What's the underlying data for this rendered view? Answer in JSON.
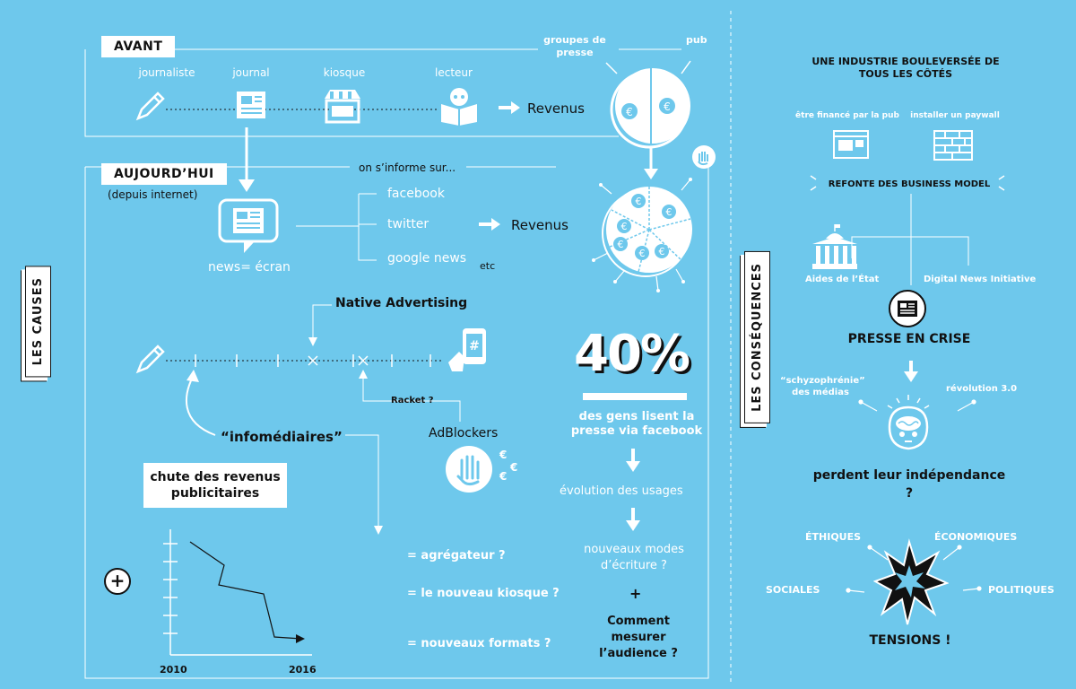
{
  "causes": {
    "side_label": "LES CAUSES",
    "avant": {
      "label": "AVANT",
      "chain": [
        "journaliste",
        "journal",
        "kiosque",
        "lecteur"
      ],
      "revenus": "Revenus",
      "pie_labels": {
        "groupes": "groupes de presse",
        "pub": "pub"
      },
      "euro": "€"
    },
    "aujourdhui": {
      "label": "AUJOURD’HUI",
      "sub": "(depuis internet)",
      "informe": "on s’informe sur...",
      "platforms": [
        "facebook",
        "twitter",
        "google news"
      ],
      "etc": "etc",
      "screen": "news= écran",
      "revenus": "Revenus"
    },
    "native_advertising": "Native Advertising",
    "racket": "Racket ?",
    "adblockers": "AdBlockers",
    "infomediaires": "“infomédiaires”",
    "chute": "chute des revenus publicitaires",
    "years": [
      "2010",
      "2016"
    ],
    "stat": {
      "value": "40%",
      "desc": "des gens lisent la presse via facebook"
    },
    "evolution": "évolution des usages",
    "modes": "nouveaux modes d’écriture ?",
    "plus": "+",
    "mesurer": "Comment mesurer l’audience ?",
    "questions": [
      "= agrégateur ?",
      "= le nouveau kiosque ?",
      "= nouveaux formats ?"
    ]
  },
  "consequences": {
    "side_label": "LES CONSÉQUENCES",
    "title": "UNE INDUSTRIE BOULEVERSÉE DE TOUS LES CÔTÉS",
    "option_pub": "être financé par la pub",
    "option_paywall": "installer un paywall",
    "refonte": "REFONTE DES BUSINESS MODEL",
    "aides": "Aides de l’État",
    "dni": "Digital News Initiative",
    "crise": "PRESSE EN CRISE",
    "schizo": "“schyzophrénie” des médias",
    "revolution": "révolution 3.0",
    "independance": "perdent leur indépendance",
    "question_mark": "?",
    "tensions_types": [
      "ÉTHIQUES",
      "ÉCONOMIQUES",
      "SOCIALES",
      "POLITIQUES"
    ],
    "tensions": "TENSIONS !"
  },
  "colors": {
    "background": "#6ec8ec",
    "ink": "#111111",
    "white": "#ffffff"
  }
}
